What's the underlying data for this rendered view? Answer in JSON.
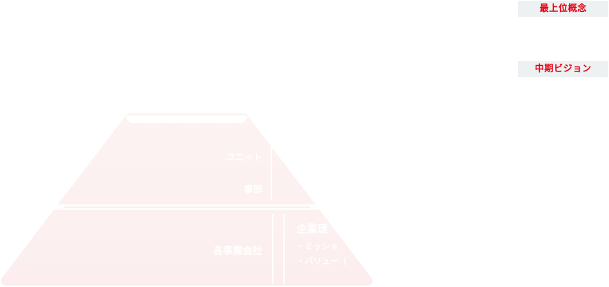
{
  "concept_tags": {
    "top": "最上位概念",
    "mid": "中期ビジョン"
  },
  "pyramid": {
    "levels": {
      "unit": "ユニット",
      "division": "事部",
      "group_companies": "各事業会社"
    },
    "division_value": "「",
    "philosophy": {
      "title": "企業理",
      "items": [
        "・ミッショ",
        "・バリュー（"
      ]
    }
  },
  "colors": {
    "accent": "#e60012",
    "tag_bg": "#eef1f2",
    "pyramid_fill": "#fdf1f1",
    "divider": "#ffffff"
  }
}
